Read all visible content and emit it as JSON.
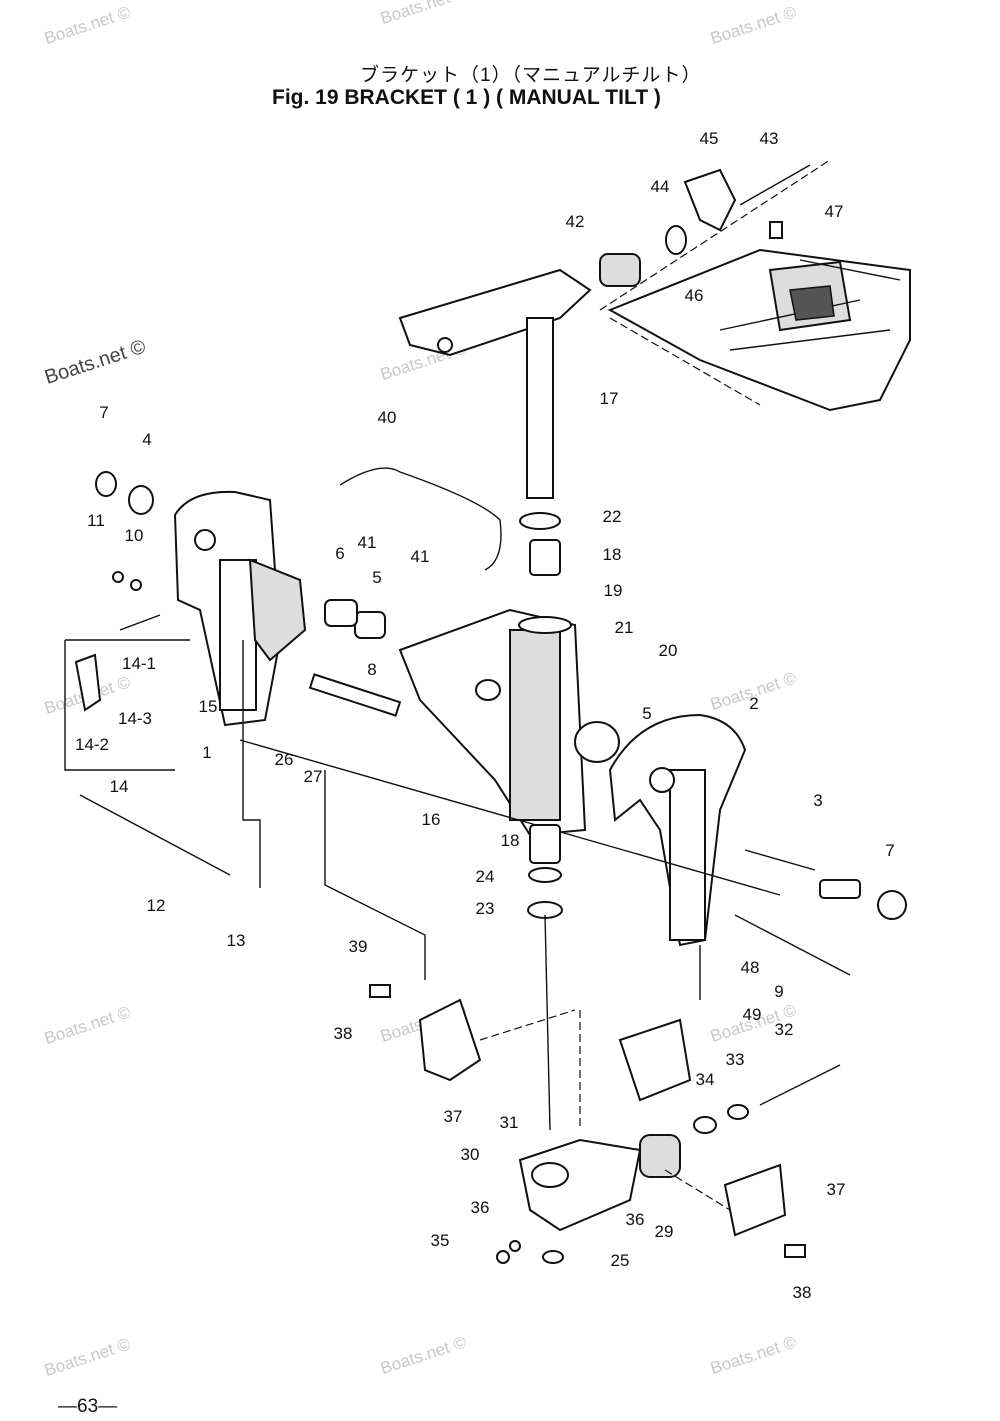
{
  "title_jp": "ブラケット（1）（マニュアルチルト）",
  "title_en": "Fig. 19  BRACKET ( 1 ) ( MANUAL TILT )",
  "watermark": "Boats.net ©",
  "page_number": "—63—",
  "part_labels": [
    {
      "text": "45"
    },
    {
      "text": "43"
    },
    {
      "text": "44"
    },
    {
      "text": "47"
    },
    {
      "text": "42"
    },
    {
      "text": "46"
    },
    {
      "text": "17"
    },
    {
      "text": "7"
    },
    {
      "text": "40"
    },
    {
      "text": "4"
    },
    {
      "text": "22"
    },
    {
      "text": "10"
    },
    {
      "text": "11"
    },
    {
      "text": "41"
    },
    {
      "text": "6"
    },
    {
      "text": "41"
    },
    {
      "text": "18"
    },
    {
      "text": "5"
    },
    {
      "text": "19"
    },
    {
      "text": "21"
    },
    {
      "text": "20"
    },
    {
      "text": "14-1"
    },
    {
      "text": "8"
    },
    {
      "text": "15"
    },
    {
      "text": "14-3"
    },
    {
      "text": "5"
    },
    {
      "text": "2"
    },
    {
      "text": "14-2"
    },
    {
      "text": "1"
    },
    {
      "text": "26"
    },
    {
      "text": "27"
    },
    {
      "text": "14"
    },
    {
      "text": "16"
    },
    {
      "text": "3"
    },
    {
      "text": "7"
    },
    {
      "text": "18"
    },
    {
      "text": "12"
    },
    {
      "text": "24"
    },
    {
      "text": "23"
    },
    {
      "text": "13"
    },
    {
      "text": "39"
    },
    {
      "text": "48"
    },
    {
      "text": "9"
    },
    {
      "text": "49"
    },
    {
      "text": "38"
    },
    {
      "text": "32"
    },
    {
      "text": "33"
    },
    {
      "text": "34"
    },
    {
      "text": "37"
    },
    {
      "text": "31"
    },
    {
      "text": "30"
    },
    {
      "text": "37"
    },
    {
      "text": "36"
    },
    {
      "text": "36"
    },
    {
      "text": "29"
    },
    {
      "text": "35"
    },
    {
      "text": "25"
    },
    {
      "text": "38"
    }
  ]
}
